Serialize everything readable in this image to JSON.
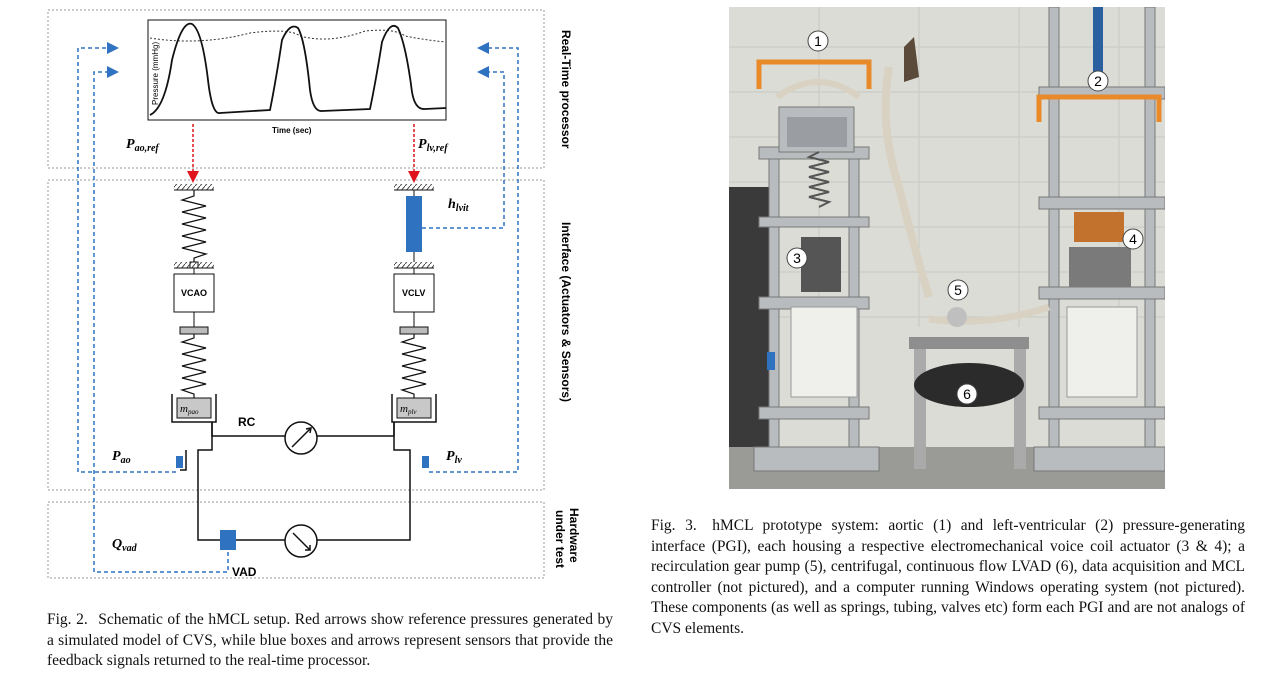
{
  "fig2": {
    "sections": {
      "realtime": "Real-Time processor",
      "interface": "Interface (Actuators & Sensors)",
      "hardware_line1": "Hardware",
      "hardware_line2": "under test"
    },
    "plot": {
      "ylabel": "Pressure (mmHg)",
      "xlabel": "Time (sec)"
    },
    "symbols": {
      "pao_ref": "P",
      "pao_ref_sub": "ao,ref",
      "plv_ref": "P",
      "plv_ref_sub": "lv,ref",
      "hlvit": "h",
      "hlvit_sub": "lvit",
      "pao": "P",
      "pao_sub": "ao",
      "plv": "P",
      "plv_sub": "lv",
      "qvad": "Q",
      "qvad_sub": "vad",
      "mpao": "m",
      "mpao_sub": "pao",
      "mplv": "m",
      "mplv_sub": "plv"
    },
    "labels": {
      "vcao": "VCAO",
      "vclv": "VCLV",
      "rc": "RC",
      "vad": "VAD"
    },
    "colors": {
      "reference_arrow": "#e0141b",
      "sensor": "#2f73c0",
      "actuator_blue": "#2f73c0"
    },
    "caption_label": "Fig. 2.",
    "caption_text": "Schematic of the hMCL setup. Red arrows show reference pressures generated by a simulated model of CVS, while blue boxes and arrows represent sensors that provide the feedback signals returned to the real-time processor."
  },
  "fig3": {
    "markers": [
      "1",
      "2",
      "3",
      "4",
      "5",
      "6"
    ],
    "colors": {
      "bracket": "#e8892a"
    },
    "caption_label": "Fig. 3.",
    "caption_text": "hMCL prototype system: aortic (1) and left-ventricular (2) pressure-generating interface (PGI), each housing a respective electromechanical voice coil actuator (3 & 4); a recirculation gear pump (5), centrifugal, continuous flow LVAD (6), data acquisition and MCL controller (not pictured), and a computer running Windows operating system (not pictured). These components (as well as springs, tubing, valves etc) form each PGI and are not analogs of CVS elements."
  }
}
